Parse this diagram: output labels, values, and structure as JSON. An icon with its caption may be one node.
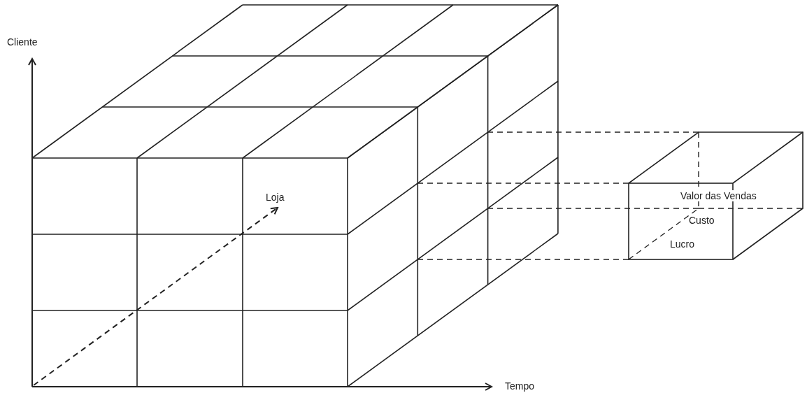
{
  "diagram": {
    "nodes": [
      {
        "text": [
          "Valor das Vendas",
          "Custo",
          "Lucro"
        ]
      }
    ],
    "labels": [
      "Cliente",
      "Loja",
      "Tempo"
    ]
  }
}
